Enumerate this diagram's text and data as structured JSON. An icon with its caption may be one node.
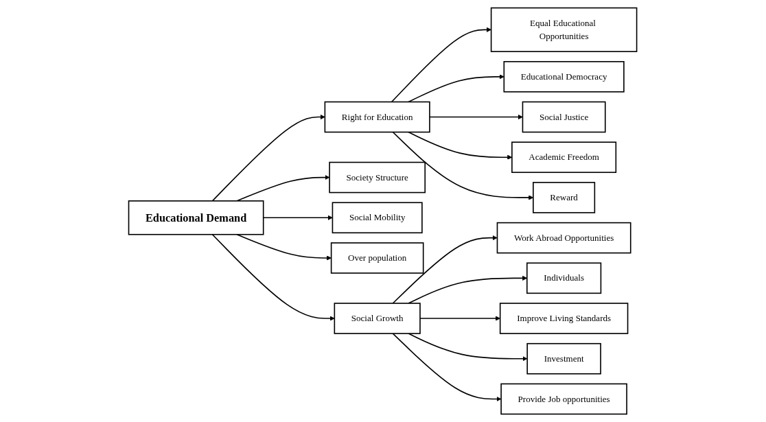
{
  "diagram": {
    "nodes": [
      {
        "text": [
          "Educational Demand"
        ]
      },
      {
        "text": [
          "Right for Education"
        ]
      },
      {
        "text": [
          "Society Structure"
        ]
      },
      {
        "text": [
          "Social Mobility"
        ]
      },
      {
        "text": [
          "Equal Educational Opportunities"
        ]
      },
      {
        "text": [
          "Over population"
        ]
      },
      {
        "text": [
          "Social Growth"
        ]
      },
      {
        "text": [
          "Educational Democracy"
        ]
      },
      {
        "text": [
          "Work Abroad Opportunities"
        ]
      },
      {
        "text": [
          "Individuals"
        ]
      },
      {
        "text": [
          "Social Justice"
        ]
      },
      {
        "text": [
          "Improve Living Standards"
        ]
      },
      {
        "text": [
          "Investment"
        ]
      },
      {
        "text": [
          "Academic Freedom"
        ]
      },
      {
        "text": [
          "Provide Job opportunities"
        ]
      },
      {
        "text": [
          "Reward"
        ]
      }
    ],
    "edges": [
      {
        "from": 0,
        "to": 1,
        "arrow": "to"
      },
      {
        "from": 0,
        "to": 2,
        "arrow": "to"
      },
      {
        "from": 0,
        "to": 5,
        "arrow": "to"
      },
      {
        "from": 0,
        "to": 3,
        "arrow": "to"
      },
      {
        "from": 0,
        "to": 6,
        "arrow": "to"
      },
      {
        "from": 1,
        "to": 4,
        "arrow": "to"
      },
      {
        "from": 1,
        "to": 7,
        "arrow": "to"
      },
      {
        "from": 1,
        "to": 10,
        "arrow": "to"
      },
      {
        "from": 1,
        "to": 13,
        "arrow": "to"
      },
      {
        "from": 1,
        "to": 15,
        "arrow": "to"
      },
      {
        "from": 6,
        "to": 8,
        "arrow": "to"
      },
      {
        "from": 6,
        "to": 9,
        "arrow": "to"
      },
      {
        "from": 6,
        "to": 11,
        "arrow": "to"
      },
      {
        "from": 6,
        "to": 12,
        "arrow": "to"
      },
      {
        "from": 6,
        "to": 14,
        "arrow": "to"
      }
    ]
  }
}
